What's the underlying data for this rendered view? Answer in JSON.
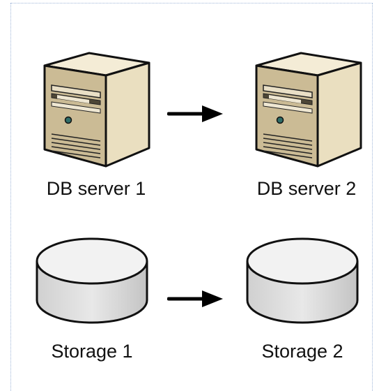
{
  "diagram": {
    "nodes": [
      {
        "id": "db1",
        "type": "server",
        "label": "DB server 1"
      },
      {
        "id": "db2",
        "type": "server",
        "label": "DB server 2"
      },
      {
        "id": "st1",
        "type": "storage",
        "label": "Storage 1"
      },
      {
        "id": "st2",
        "type": "storage",
        "label": "Storage 2"
      }
    ],
    "edges": [
      {
        "from": "db1",
        "to": "db2"
      },
      {
        "from": "st1",
        "to": "st2"
      }
    ]
  }
}
